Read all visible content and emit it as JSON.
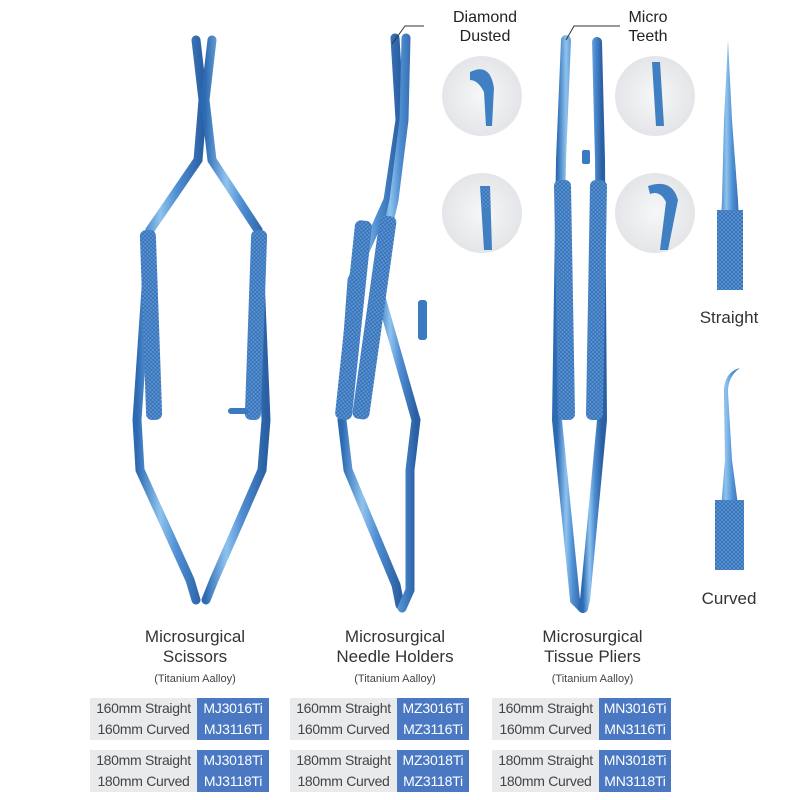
{
  "callouts": {
    "diamond": [
      "Diamond",
      "Dusted"
    ],
    "micro": [
      "Micro",
      "Teeth"
    ]
  },
  "tips": {
    "straight": "Straight",
    "curved": "Curved"
  },
  "products": [
    {
      "name": [
        "Microsurgical",
        "Scissors"
      ],
      "material": "(Titanium Aalloy)",
      "rows": [
        [
          {
            "size": "160mm Straight",
            "code": "MJ3016Ti"
          },
          {
            "size": "160mm Curved",
            "code": "MJ3116Ti"
          }
        ],
        [
          {
            "size": "180mm Straight",
            "code": "MJ3018Ti"
          },
          {
            "size": "180mm Curved",
            "code": "MJ3118Ti"
          }
        ]
      ]
    },
    {
      "name": [
        "Microsurgical",
        "Needle Holders"
      ],
      "material": "(Titanium Aalloy)",
      "rows": [
        [
          {
            "size": "160mm Straight",
            "code": "MZ3016Ti"
          },
          {
            "size": "160mm Curved",
            "code": "MZ3116Ti"
          }
        ],
        [
          {
            "size": "180mm Straight",
            "code": "MZ3018Ti"
          },
          {
            "size": "180mm Curved",
            "code": "MZ3118Ti"
          }
        ]
      ]
    },
    {
      "name": [
        "Microsurgical",
        "Tissue Pliers"
      ],
      "material": "(Titanium Aalloy)",
      "rows": [
        [
          {
            "size": "160mm Straight",
            "code": "MN3016Ti"
          },
          {
            "size": "160mm Curved",
            "code": "MN3116Ti"
          }
        ],
        [
          {
            "size": "180mm Straight",
            "code": "MN3018Ti"
          },
          {
            "size": "180mm Curved",
            "code": "MN3118Ti"
          }
        ]
      ]
    }
  ],
  "colors": {
    "titanium": "#5b97d4",
    "titanium_dark": "#2f6fb5",
    "code_bg": "#4a78c2",
    "size_bg": "#e9eaec"
  }
}
